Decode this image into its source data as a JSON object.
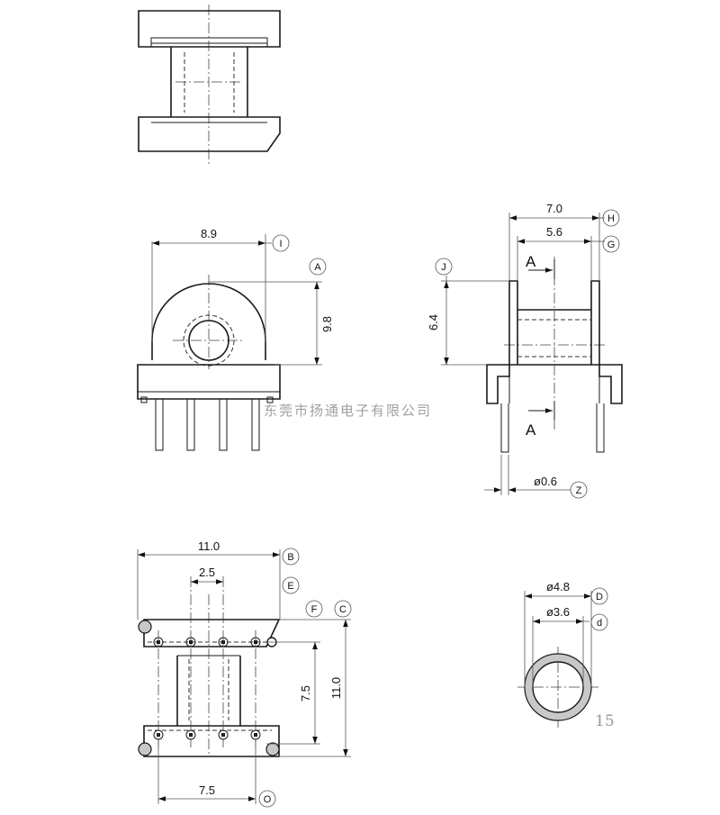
{
  "front_view": {
    "width_dim": "8.9",
    "height_dim": "9.8",
    "width_ref": "I",
    "height_ref": "A"
  },
  "side_view": {
    "overall_width_dim": "7.0",
    "inner_width_dim": "5.6",
    "height_dim": "6.4",
    "pin_dia_dim": "ø0.6",
    "overall_width_ref": "H",
    "inner_width_ref": "G",
    "height_ref": "J",
    "pin_ref": "Z",
    "section_top": "A",
    "section_bottom": "A"
  },
  "bottom_view": {
    "width_dim": "11.0",
    "pin_pitch_dim": "2.5",
    "inner_length_dim": "7.5",
    "overall_length_dim": "11.0",
    "pin_span_dim": "7.5",
    "width_ref": "B",
    "pitch_ref": "E",
    "ref_f": "F",
    "ref_c": "C",
    "span_ref": "O"
  },
  "core_section": {
    "outer_dia_dim": "ø4.8",
    "inner_dia_dim": "ø3.6",
    "outer_ref": "D",
    "inner_ref": "d"
  },
  "watermark": "东莞市扬通电子有限公司",
  "page_number": "15"
}
